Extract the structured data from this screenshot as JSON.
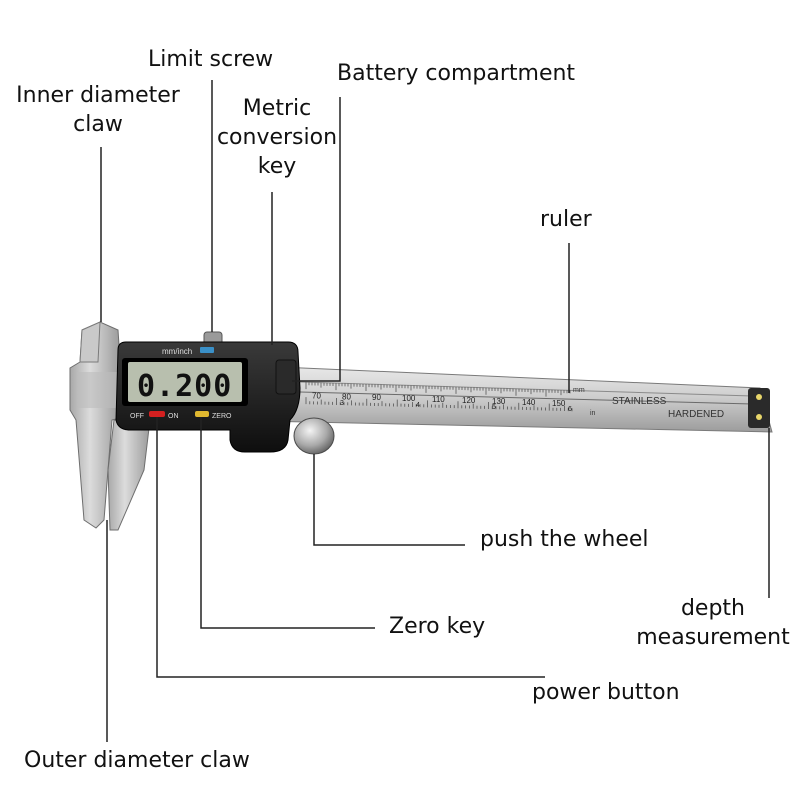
{
  "labels": {
    "limit_screw": "Limit screw",
    "battery_compartment": "Battery compartment",
    "inner_diameter_claw": [
      "Inner diameter",
      "claw"
    ],
    "metric_conversion_key": [
      "Metric",
      "conversion",
      "key"
    ],
    "ruler": "ruler",
    "push_the_wheel": "push the wheel",
    "zero_key": "Zero key",
    "depth_measurement": [
      "depth",
      "measurement"
    ],
    "power_button": "power button",
    "outer_diameter_claw": "Outer diameter claw"
  },
  "device": {
    "display_value": "0.200",
    "mode_label": "mm/inch",
    "off_label": "OFF",
    "on_label": "ON",
    "zero_label": "ZERO",
    "scale_numbers": [
      "70",
      "80",
      "90",
      "100",
      "110",
      "120",
      "130",
      "140",
      "150"
    ],
    "scale_unit_mm": "mm",
    "scale_unit_in": "in",
    "inch_numbers": [
      "3",
      "4",
      "5",
      "6"
    ],
    "stamp_line1": "STAINLESS",
    "stamp_line2": "HARDENED"
  },
  "colors": {
    "steel_light": "#d9d9d9",
    "steel_dark": "#8f8f8f",
    "body_black": "#1b1b1b",
    "lcd_bg": "#b8bfae",
    "button_red": "#d42020",
    "button_yellow": "#e0b830"
  }
}
